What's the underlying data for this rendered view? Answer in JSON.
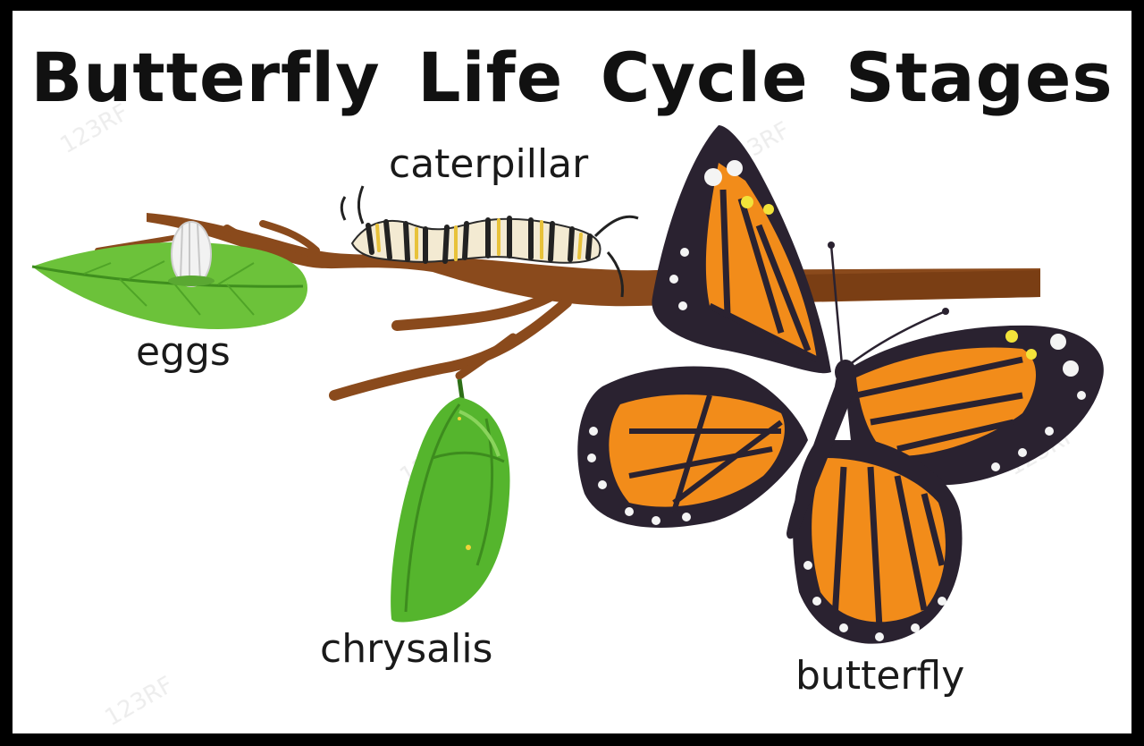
{
  "title": "Butterfly Life Cycle Stages",
  "stages": {
    "eggs": "eggs",
    "caterpillar": "caterpillar",
    "chrysalis": "chrysalis",
    "butterfly": "butterfly"
  },
  "colors": {
    "branch": "#8a4a1c",
    "leaf": "#6cc23a",
    "chrysalis": "#55b52d",
    "wing_orange": "#f28c1a",
    "wing_border": "#2a2230",
    "background": "#ffffff",
    "frame": "#000000"
  },
  "watermark": "123RF"
}
